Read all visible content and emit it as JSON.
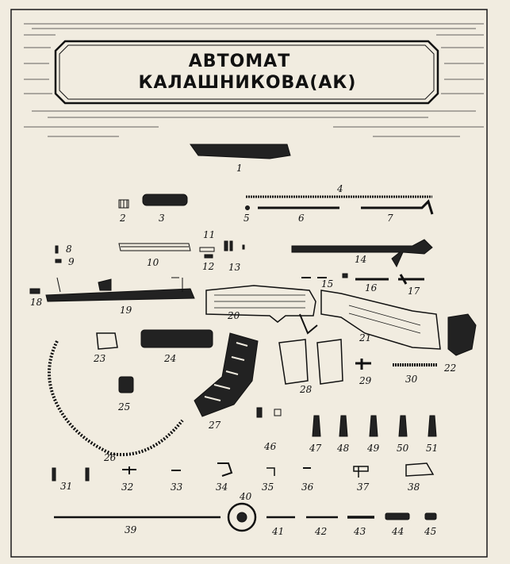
{
  "title": {
    "line1": "АВТОМАТ",
    "line2": "КАЛАШНИКОВА(АК)"
  },
  "part_numbers": [
    "1",
    "2",
    "3",
    "4",
    "5",
    "6",
    "7",
    "8",
    "9",
    "10",
    "11",
    "12",
    "13",
    "14",
    "15",
    "16",
    "17",
    "18",
    "19",
    "20",
    "21",
    "22",
    "23",
    "24",
    "25",
    "26",
    "27",
    "28",
    "29",
    "30",
    "31",
    "32",
    "33",
    "34",
    "35",
    "36",
    "37",
    "38",
    "39",
    "40",
    "41",
    "42",
    "43",
    "44",
    "45",
    "46",
    "47",
    "48",
    "49",
    "50",
    "51"
  ]
}
